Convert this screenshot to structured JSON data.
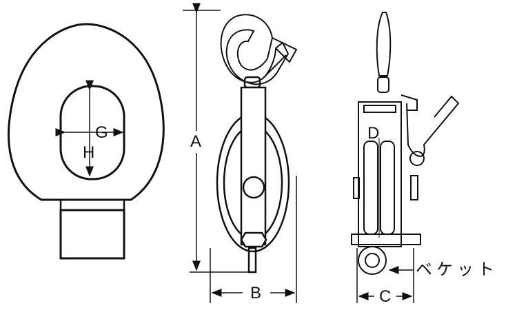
{
  "labels": {
    "a": "A",
    "b": "B",
    "c": "C",
    "d": "D",
    "g": "G",
    "h": "H",
    "becket": "ベケット"
  }
}
